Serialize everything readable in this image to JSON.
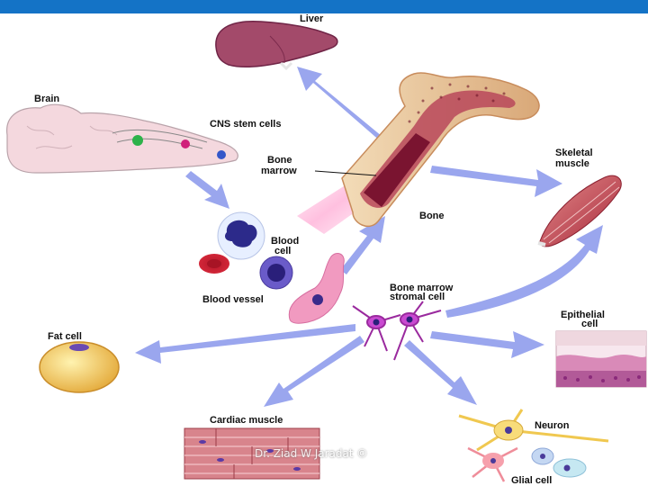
{
  "labels": {
    "liver": "Liver",
    "brain": "Brain",
    "cns_stem_cells": "CNS stem cells",
    "bone_marrow_line1": "Bone",
    "bone_marrow_line2": "marrow",
    "skeletal_muscle_line1": "Skeletal",
    "skeletal_muscle_line2": "muscle",
    "bone": "Bone",
    "blood_cell_line1": "Blood",
    "blood_cell_line2": "cell",
    "blood_vessel": "Blood vessel",
    "stromal_cell_line1": "Bone marrow",
    "stromal_cell_line2": "stromal cell",
    "epithelial_cell_line1": "Epithelial",
    "epithelial_cell_line2": "cell",
    "fat_cell": "Fat cell",
    "cardiac_muscle": "Cardiac muscle",
    "neuron": "Neuron",
    "glial_cell": "Glial cell"
  },
  "watermark": "Dr. Ziad W Jaradat ©",
  "colors": {
    "top_bar": "#1473c6",
    "arrow": "#9aa6ee",
    "bone": "#e8c9a0",
    "marrow": "#8c1e3a"
  }
}
